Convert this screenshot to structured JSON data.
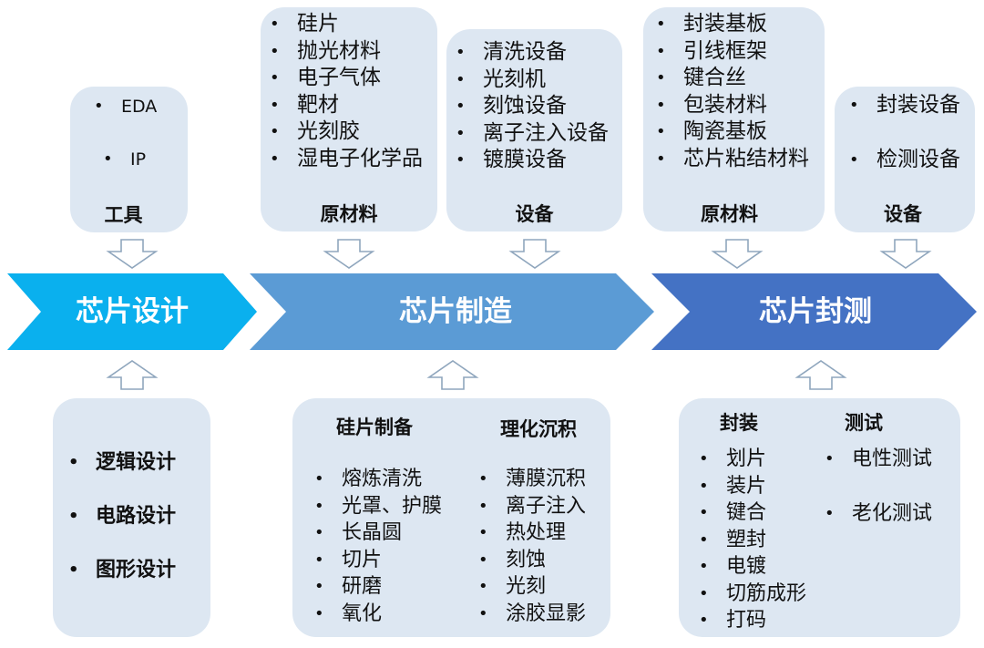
{
  "stages": {
    "design": {
      "label": "芯片设计",
      "color": "#0ab0ee"
    },
    "manufacturing": {
      "label": "芯片制造",
      "color": "#5b9bd5"
    },
    "packaging_test": {
      "label": "芯片封测",
      "color": "#4472c4"
    }
  },
  "inputs": {
    "design_tools": {
      "title": "工具",
      "items": [
        "EDA",
        "IP"
      ]
    },
    "mfg_materials": {
      "title": "原材料",
      "items": [
        "硅片",
        "抛光材料",
        "电子气体",
        "靶材",
        "光刻胶",
        "湿电子化学品"
      ]
    },
    "mfg_equipment": {
      "title": "设备",
      "items": [
        "清洗设备",
        "光刻机",
        "刻蚀设备",
        "离子注入设备",
        "镀膜设备"
      ]
    },
    "pkg_materials": {
      "title": "原材料",
      "items": [
        "封装基板",
        "引线框架",
        "键合丝",
        "包装材料",
        "陶瓷基板",
        "芯片粘结材料"
      ]
    },
    "pkg_equipment": {
      "title": "设备",
      "items": [
        "封装设备",
        "检测设备"
      ]
    }
  },
  "processes": {
    "design": {
      "items": [
        "逻辑设计",
        "电路设计",
        "图形设计"
      ]
    },
    "manufacturing": {
      "wafer_prep": {
        "title": "硅片制备",
        "items": [
          "熔炼清洗",
          "光罩、护膜",
          "长晶圆",
          "切片",
          "研磨",
          "氧化"
        ]
      },
      "physchem_deposition": {
        "title": "理化沉积",
        "items": [
          "薄膜沉积",
          "离子注入",
          "热处理",
          "刻蚀",
          "光刻",
          "涂胶显影"
        ]
      }
    },
    "packaging_test": {
      "packaging": {
        "title": "封装",
        "items": [
          "划片",
          "装片",
          "键合",
          "塑封",
          "电镀",
          "切筋成形",
          "打码"
        ]
      },
      "testing": {
        "title": "测试",
        "items": [
          "电性测试",
          "老化测试"
        ]
      }
    }
  },
  "colors": {
    "box_fill": "#dde7f2",
    "arrow_stroke": "#8fa6bd"
  }
}
